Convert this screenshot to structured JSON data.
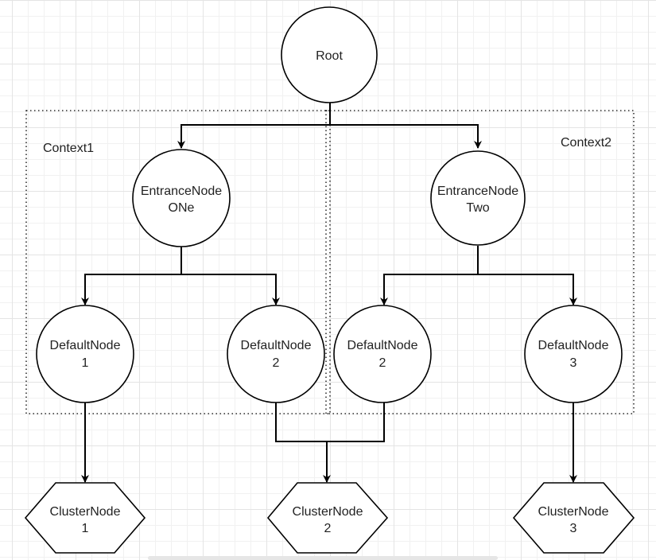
{
  "diagram": {
    "nodes": [
      {
        "id": "root",
        "lines": [
          "Root"
        ],
        "shape": "circle"
      },
      {
        "id": "entrance-one",
        "lines": [
          "EntranceNode",
          "ONe"
        ],
        "shape": "circle"
      },
      {
        "id": "entrance-two",
        "lines": [
          "EntranceNode",
          "Two"
        ],
        "shape": "circle"
      },
      {
        "id": "default-1",
        "lines": [
          "DefaultNode",
          "1"
        ],
        "shape": "circle"
      },
      {
        "id": "default-2a",
        "lines": [
          "DefaultNode",
          "2"
        ],
        "shape": "circle"
      },
      {
        "id": "default-2b",
        "lines": [
          "DefaultNode",
          "2"
        ],
        "shape": "circle"
      },
      {
        "id": "default-3",
        "lines": [
          "DefaultNode",
          "3"
        ],
        "shape": "circle"
      },
      {
        "id": "cluster-1",
        "lines": [
          "ClusterNode",
          "1"
        ],
        "shape": "hexagon"
      },
      {
        "id": "cluster-2",
        "lines": [
          "ClusterNode",
          "2"
        ],
        "shape": "hexagon"
      },
      {
        "id": "cluster-3",
        "lines": [
          "ClusterNode",
          "3"
        ],
        "shape": "hexagon"
      }
    ],
    "contexts": [
      {
        "id": "context1",
        "label": "Context1"
      },
      {
        "id": "context2",
        "label": "Context2"
      }
    ],
    "edges": [
      {
        "from": "root",
        "to": "entrance-one"
      },
      {
        "from": "root",
        "to": "entrance-two"
      },
      {
        "from": "entrance-one",
        "to": "default-1"
      },
      {
        "from": "entrance-one",
        "to": "default-2a"
      },
      {
        "from": "entrance-two",
        "to": "default-2b"
      },
      {
        "from": "entrance-two",
        "to": "default-3"
      },
      {
        "from": "default-1",
        "to": "cluster-1"
      },
      {
        "from": "default-2a",
        "to": "cluster-2"
      },
      {
        "from": "default-2b",
        "to": "cluster-2"
      },
      {
        "from": "default-3",
        "to": "cluster-3"
      }
    ]
  }
}
